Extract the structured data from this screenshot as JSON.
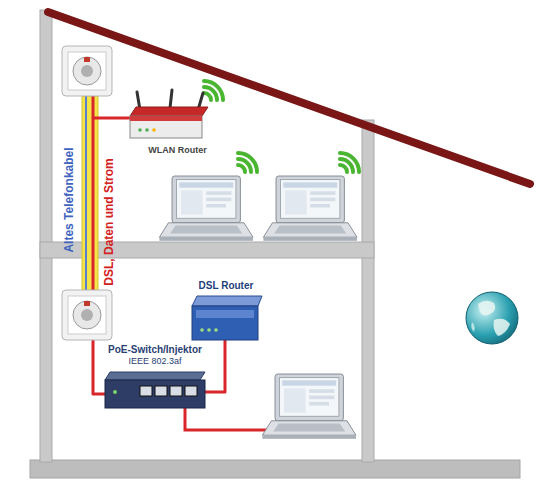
{
  "diagram": {
    "nodes": [
      {
        "text": [
          "WLAN Router"
        ]
      },
      {
        "text": [
          "DSL Router"
        ]
      },
      {
        "text": [
          "PoE-Switch/Injektor",
          "IEEE 802.3af"
        ]
      }
    ],
    "edges": [
      {
        "from": 2,
        "to": 1,
        "arrow": "none"
      },
      {
        "from": 2,
        "to": 0,
        "arrow": "none"
      }
    ],
    "labels": [
      "Altes Telefonkabel",
      "DSL, Daten und Strom"
    ]
  }
}
